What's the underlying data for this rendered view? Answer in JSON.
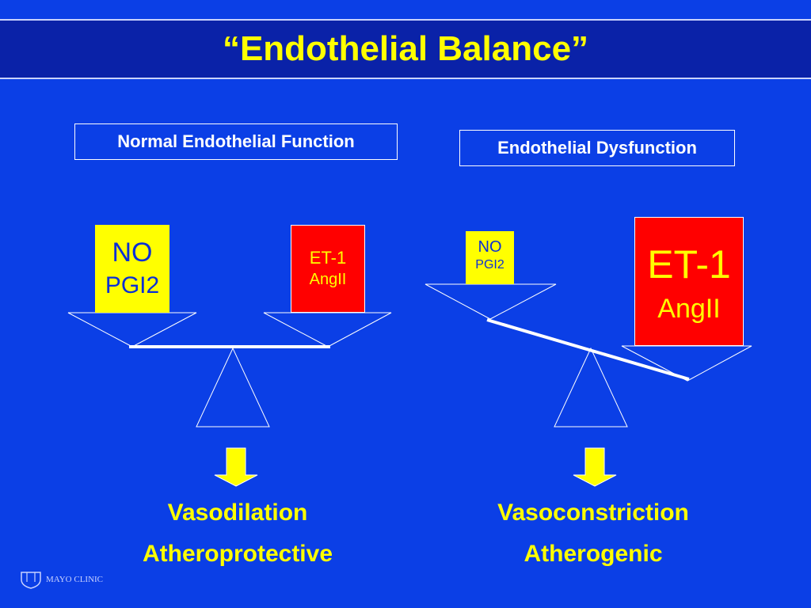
{
  "header": {
    "title": "“Endothelial Balance”"
  },
  "left": {
    "label": "Normal Endothelial Function",
    "left_box": {
      "line1": "NO",
      "line2": "PGI2"
    },
    "right_box": {
      "line1": "ET-1",
      "line2": "AngII"
    },
    "outcome": {
      "line1": "Vasodilation",
      "line2": "Atheroprotective"
    }
  },
  "right": {
    "label": "Endothelial Dysfunction",
    "left_box": {
      "line1": "NO",
      "line2": "PGI2"
    },
    "right_box": {
      "line1": "ET-1",
      "line2": "AngII"
    },
    "outcome": {
      "line1": "Vasoconstriction",
      "line2": "Atherogenic"
    }
  },
  "footer": {
    "logo_text": "MAYO CLINIC"
  },
  "colors": {
    "background": "#0b3fe6",
    "title_bar": "#0a22a8",
    "accent_yellow": "#ffff00",
    "accent_red": "#ff0000"
  }
}
